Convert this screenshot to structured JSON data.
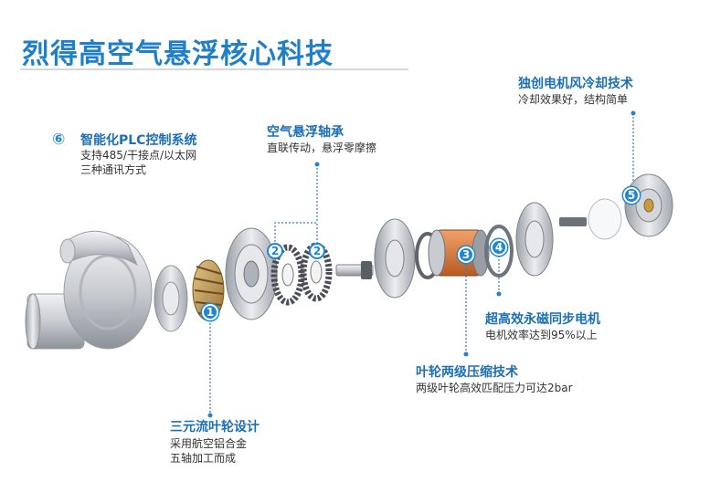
{
  "title": "烈得高空气悬浮核心科技",
  "features": [
    {
      "num": "⑥",
      "title": "智能化PLC控制系统",
      "desc": [
        "支持485/干接点/以太网",
        "三种通讯方式"
      ]
    },
    {
      "num": "",
      "title": "空气悬浮轴承",
      "desc": [
        "直联传动，悬浮零摩擦"
      ]
    },
    {
      "num": "",
      "title": "独创电机风冷却技术",
      "desc": [
        "冷却效果好，结构简单"
      ]
    },
    {
      "num": "",
      "title": "超高效永磁同步电机",
      "desc": [
        "电机效率达到95%以上"
      ]
    },
    {
      "num": "",
      "title": "叶轮两级压缩技术",
      "desc": [
        "两级叶轮高效匹配压力可达2bar"
      ]
    },
    {
      "num": "",
      "title": "三元流叶轮设计",
      "desc": [
        "采用航空铝合金",
        "五轴加工而成"
      ]
    }
  ],
  "markers": [
    "1",
    "2",
    "2",
    "3",
    "4",
    "5"
  ],
  "colors": {
    "accent": "#1f7fc8",
    "marker": "#1f86d1",
    "leader": "#2a7fd0"
  }
}
